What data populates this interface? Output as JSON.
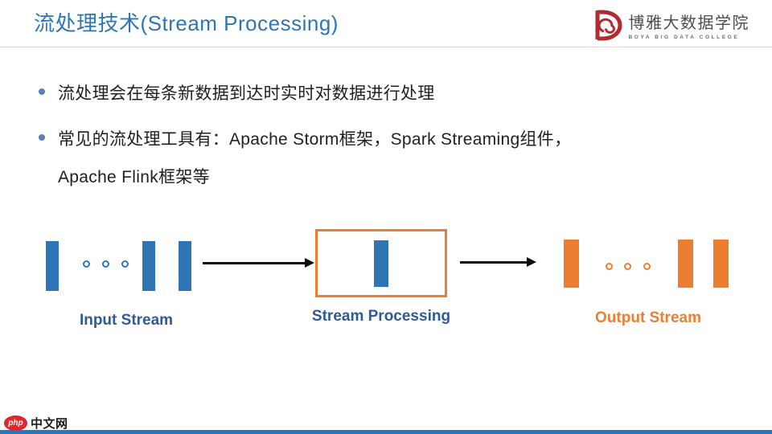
{
  "header": {
    "title": "流处理技术(Stream Processing)",
    "logo_cn": "博雅大数据学院",
    "logo_en": "BOYA BIG DATA COLLEGE"
  },
  "bullets": {
    "item1": "流处理会在每条新数据到达时实时对数据进行处理",
    "item2_line1": "常见的流处理工具有：Apache Storm框架，Spark Streaming组件，",
    "item2_line2": "Apache Flink框架等"
  },
  "diagram": {
    "input_label": "Input Stream",
    "process_label": "Stream Processing",
    "output_label": "Output Stream"
  },
  "footer": {
    "watermark_php": "php",
    "watermark_cn": "中文网"
  },
  "colors": {
    "title_blue": "#2E75B6",
    "stream_bar_blue": "#2E75B6",
    "diagram_label_blue": "#2E5B97",
    "orange": "#ED7D31",
    "boya_logo_red": "#B22B31",
    "php_badge_red": "#E8262B",
    "body_text": "#1F1F1F",
    "arrow_black": "#0D0D0D"
  }
}
